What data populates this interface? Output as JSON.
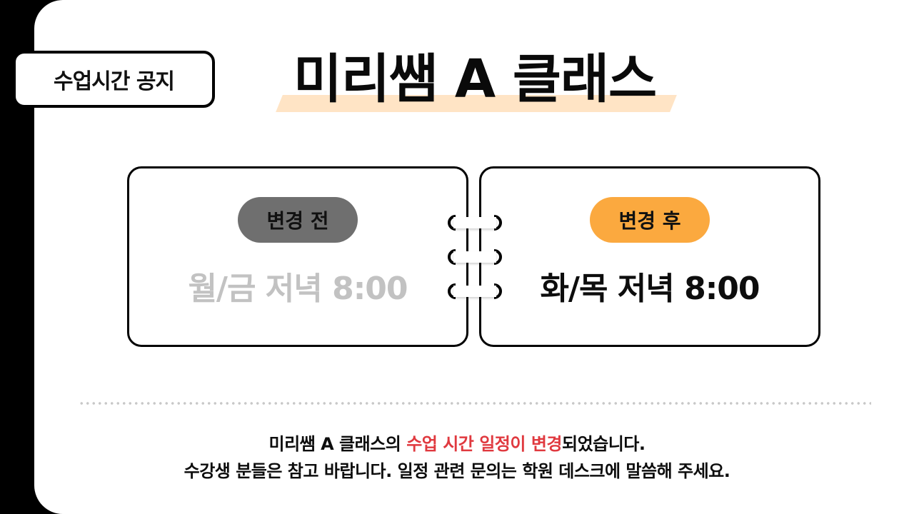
{
  "badge": {
    "label": "수업시간 공지"
  },
  "title": {
    "text": "미리쌤 A 클래스"
  },
  "before_card": {
    "pill_label": "변경 전",
    "time": "월/금 저녁 8:00"
  },
  "after_card": {
    "pill_label": "변경 후",
    "time": "화/목 저녁 8:00"
  },
  "message": {
    "line1_prefix": "미리쌤 A 클래스의 ",
    "line1_highlight": "수업 시간 일정이 변경",
    "line1_suffix": "되었습니다.",
    "line2": "수강생 분들은 참고 바랍니다. 일정 관련 문의는 학원 데스크에 말씀해 주세요."
  },
  "colors": {
    "background_band": "#000000",
    "slide": "#FFFFFF",
    "title_highlight": "#FFE3C2",
    "before_pill": "#6F6F6F",
    "after_pill": "#FBA93F",
    "before_time": "#C2C2C2",
    "after_time": "#0D0D0D",
    "message_highlight": "#E0393F"
  }
}
